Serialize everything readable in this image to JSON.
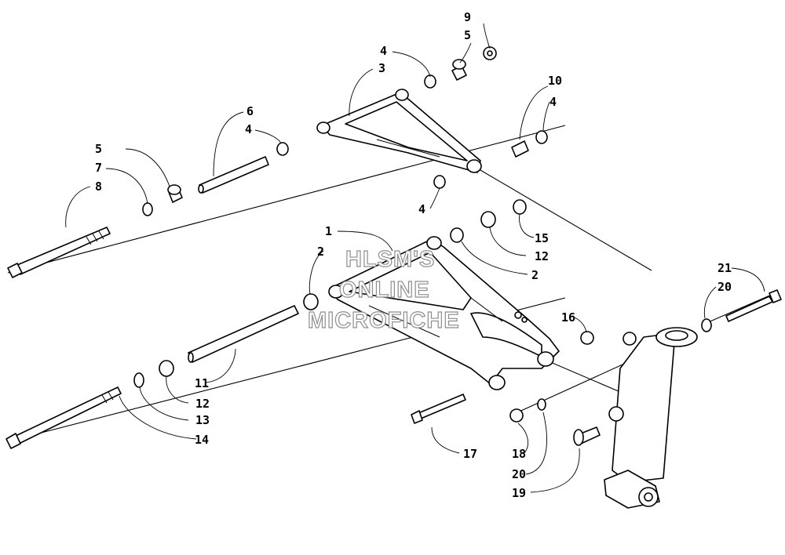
{
  "watermark": [
    "HLSM'S",
    "ONLINE",
    "MICROFICHE"
  ],
  "labels": [
    "1",
    "2",
    "2",
    "3",
    "4",
    "4",
    "4",
    "4",
    "5",
    "5",
    "6",
    "7",
    "8",
    "9",
    "10",
    "11",
    "12",
    "12",
    "13",
    "14",
    "15",
    "16",
    "17",
    "18",
    "19",
    "20",
    "20",
    "21"
  ],
  "colors": {
    "line": "#000000",
    "background": "#ffffff",
    "watermark_outline": "#8e8e8e"
  }
}
